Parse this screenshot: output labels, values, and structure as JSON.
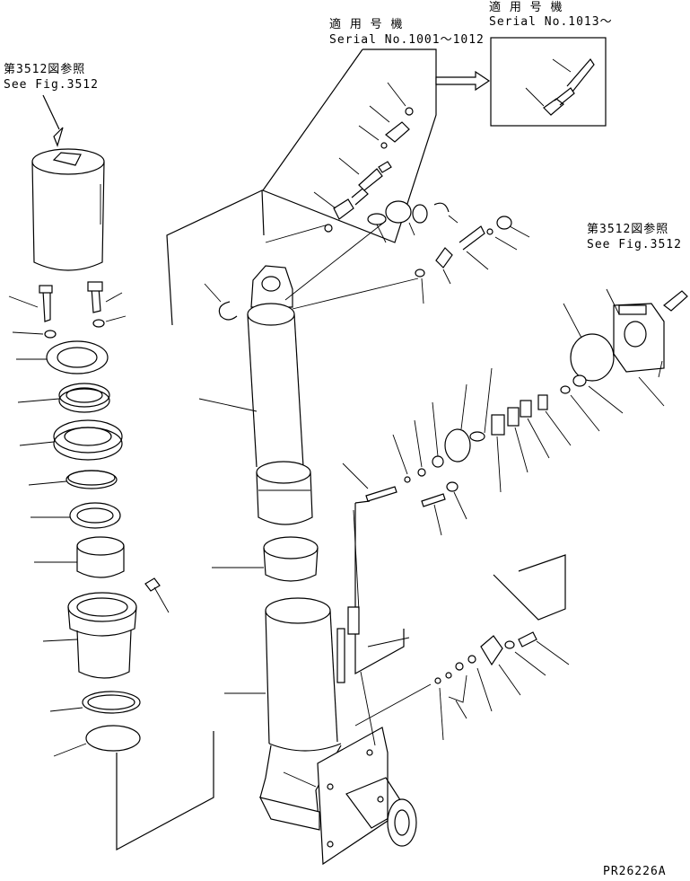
{
  "labels": {
    "ref_left_jp": "第3512図参照",
    "ref_left_en": "See Fig.3512",
    "ref_right_jp": "第3512図参照",
    "ref_right_en": "See Fig.3512",
    "serial_a_jp": "適 用 号 機",
    "serial_a_en": "Serial No.1001～1012",
    "serial_b_jp": "適 用 号 機",
    "serial_b_en": "Serial No.1013～",
    "drawing_no": "PR26226A"
  }
}
